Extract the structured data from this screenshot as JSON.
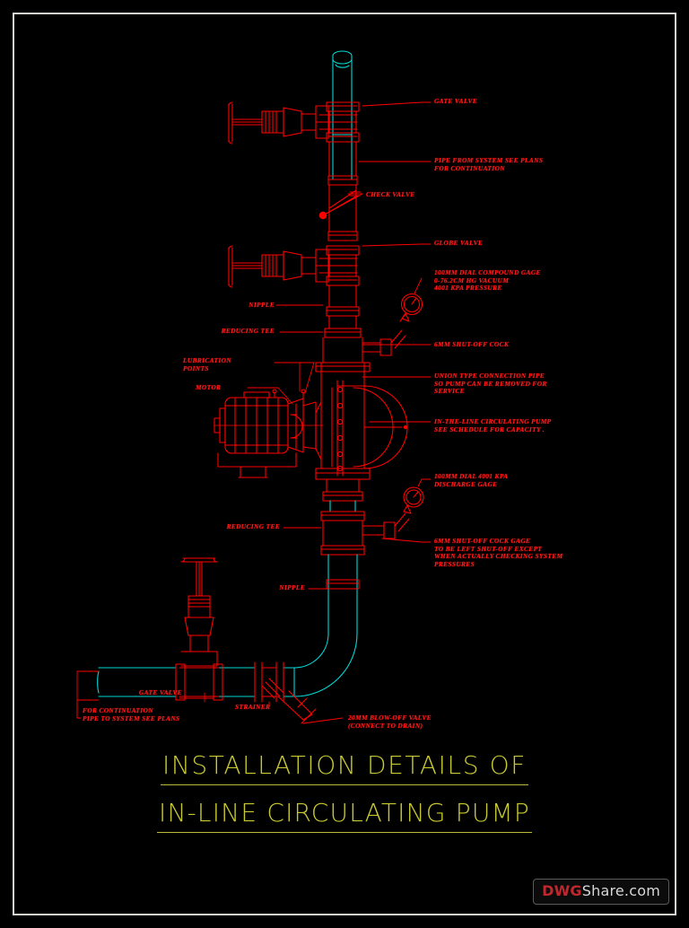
{
  "drawing": {
    "title_line_1": "INSTALLATION DETAILS OF",
    "title_line_2": "IN-LINE CIRCULATING PUMP",
    "colors": {
      "background": "#000000",
      "line_primary": "#ff0000",
      "line_secondary": "#00d8d8",
      "label_text": "#ff1a1a",
      "title_text": "#c8c832",
      "frame": "#d8d8d0"
    }
  },
  "labels": {
    "gate_valve_top": "GATE VALVE",
    "pipe_from_system": "PIPE FROM SYSTEM SEE PLANS\nFOR CONTINUATION",
    "check_valve": "CHECK VALVE",
    "globe_valve": "GLOBE VALVE",
    "compound_gage": "100MM DIAL COMPOUND GAGE\n0-76.2CM HG VACUUM\n4001 KPA PRESSURE",
    "shutoff_cock": "6MM SHUT-OFF COCK",
    "union_connection": "UNION TYPE CONNECTION PIPE\nSO PUMP CAN BE REMOVED FOR\nSERVICE",
    "inline_pump": "IN-THE-LINE CIRCULATING PUMP\nSEE SCHEDULE FOR CAPACITY .",
    "discharge_gage": "100MM DIAL 4001 KPA\nDISCHARGE GAGE",
    "shutoff_cock_gage": "6MM SHUT-OFF COCK GAGE\nTO BE LEFT SHUT-OFF EXCEPT\nWHEN ACTUALLY CHECKING SYSTEM\nPRESSURES",
    "nipple_upper": "NIPPLE",
    "reducing_tee_upper": "REDUCING TEE",
    "lubrication_points": "LUBRICATION\nPOINTS",
    "motor": "MOTOR",
    "reducing_tee_lower": "REDUCING TEE",
    "nipple_lower": "NIPPLE",
    "gate_valve_bottom": "GATE VALVE",
    "strainer": "STRAINER",
    "for_continuation": "FOR CONTINUATION\nPIPE TO SYSTEM SEE PLANS",
    "blowoff_valve": "20MM BLOW-OFF VALVE\n(CONNECT TO DRAIN)"
  },
  "watermark": {
    "brand": "DWG",
    "suffix": "Share.com"
  }
}
